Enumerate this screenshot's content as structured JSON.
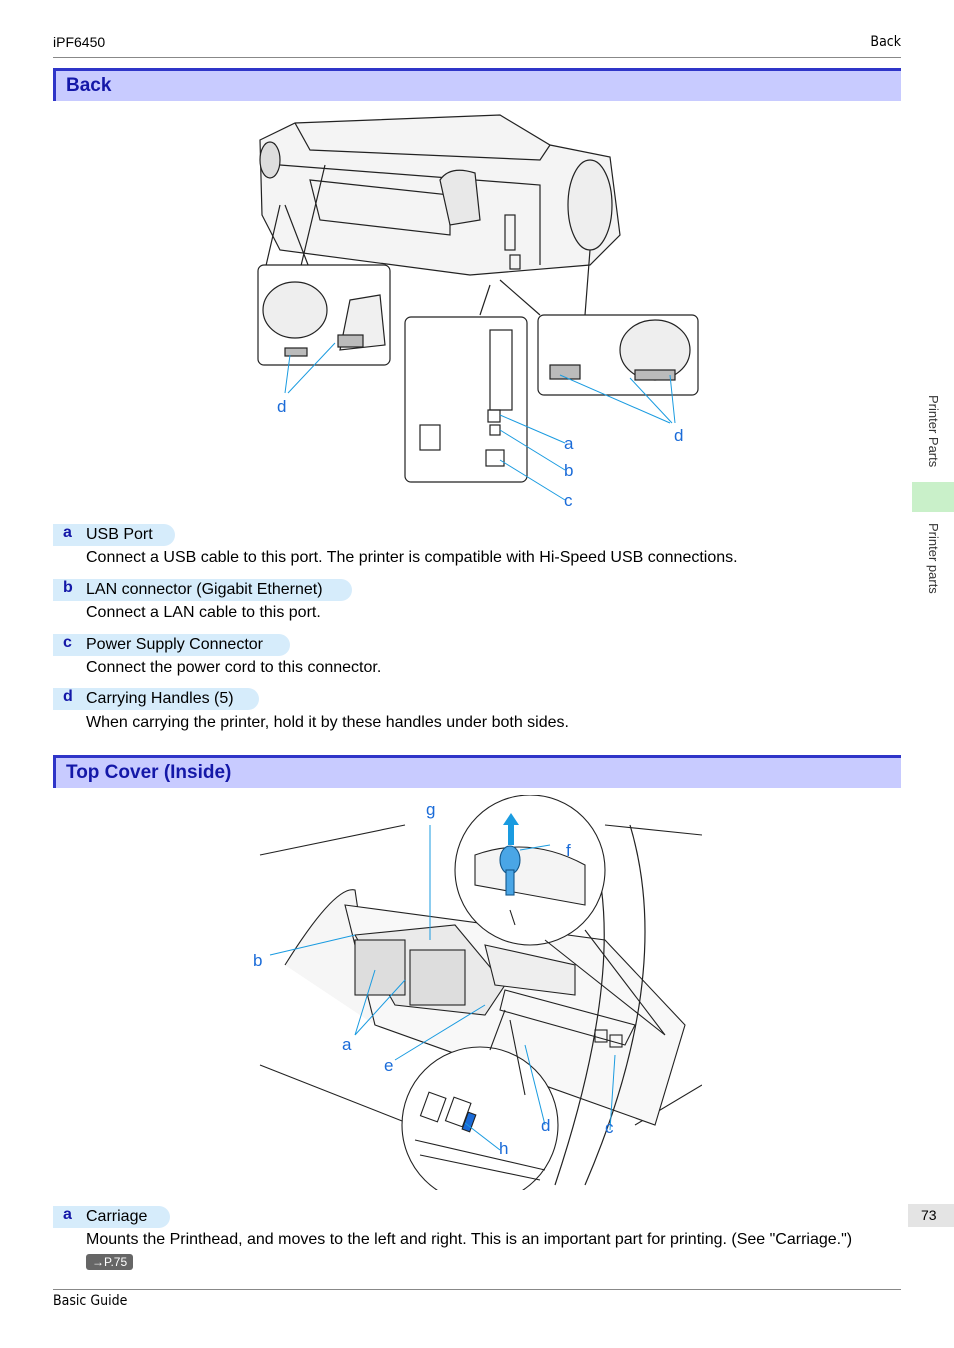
{
  "header": {
    "model": "iPF6450",
    "section": "Back"
  },
  "sections": [
    {
      "title": "Back"
    },
    {
      "title": "Top Cover (Inside)"
    }
  ],
  "back_callouts": [
    "d",
    "a",
    "b",
    "c",
    "d"
  ],
  "top_callouts": [
    "g",
    "f",
    "b",
    "a",
    "e",
    "d",
    "c",
    "h"
  ],
  "back_items": [
    {
      "letter": "a",
      "label": "USB Port",
      "desc": "Connect a USB cable to this port. The printer is compatible with Hi-Speed USB connections."
    },
    {
      "letter": "b",
      "label": "LAN connector (Gigabit Ethernet)",
      "desc": "Connect a LAN cable to this port."
    },
    {
      "letter": "c",
      "label": "Power Supply Connector",
      "desc": "Connect the power cord to this connector."
    },
    {
      "letter": "d",
      "label": "Carrying Handles (5)",
      "desc": "When carrying the printer, hold it by these handles under both sides."
    }
  ],
  "top_items": [
    {
      "letter": "a",
      "label": "Carriage",
      "desc": "Mounts the Printhead, and moves to the left and right. This is an important part for printing.  (See \"Carriage.\")",
      "ref": "→P.75"
    }
  ],
  "side": {
    "tab1": "Printer Parts",
    "tab2": "Printer parts",
    "page": "73"
  },
  "footer": {
    "text": "Basic Guide"
  }
}
